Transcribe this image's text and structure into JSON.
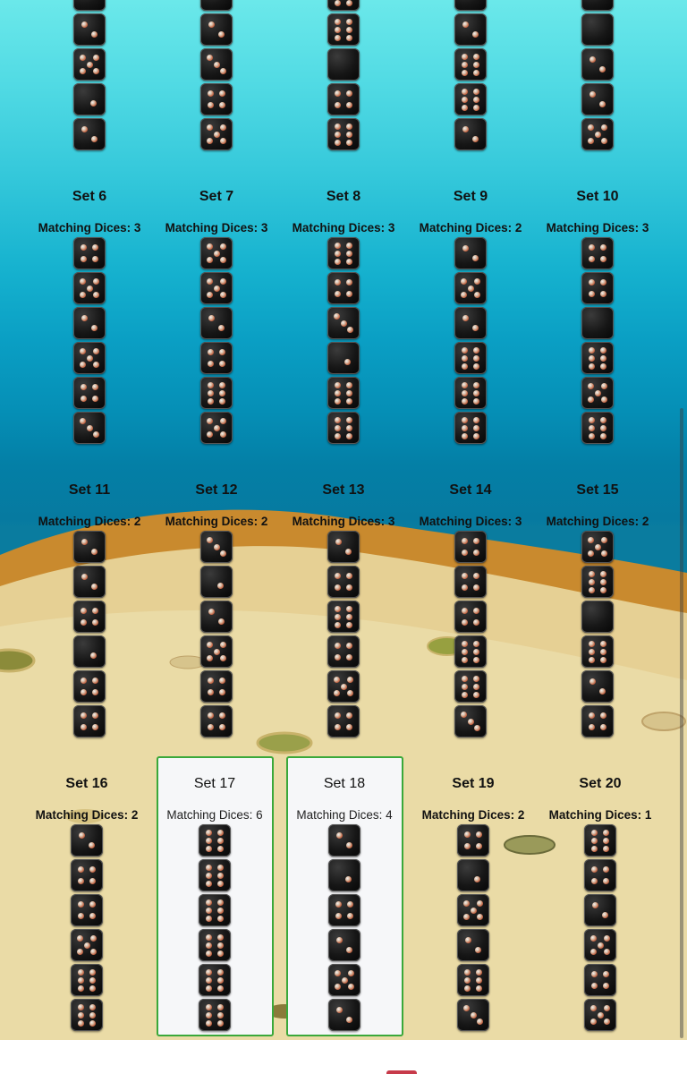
{
  "top_sets": [
    {
      "dice": [
        null,
        2,
        5,
        1,
        2
      ]
    },
    {
      "dice": [
        null,
        2,
        3,
        4,
        5
      ]
    },
    {
      "dice": [
        6,
        6,
        0,
        4,
        6
      ]
    },
    {
      "dice": [
        null,
        2,
        6,
        6,
        2
      ]
    },
    {
      "dice": [
        null,
        0,
        2,
        2,
        5
      ]
    }
  ],
  "sets": [
    {
      "title": "Set 6",
      "matching": "Matching Dices: 3",
      "dice": [
        4,
        5,
        2,
        5,
        4,
        3
      ],
      "highlighted": false
    },
    {
      "title": "Set 7",
      "matching": "Matching Dices: 3",
      "dice": [
        5,
        5,
        2,
        4,
        6,
        5
      ],
      "highlighted": false
    },
    {
      "title": "Set 8",
      "matching": "Matching Dices: 3",
      "dice": [
        6,
        4,
        3,
        1,
        6,
        6
      ],
      "highlighted": false
    },
    {
      "title": "Set 9",
      "matching": "Matching Dices: 2",
      "dice": [
        2,
        5,
        2,
        6,
        6,
        6
      ],
      "highlighted": false
    },
    {
      "title": "Set 10",
      "matching": "Matching Dices: 3",
      "dice": [
        4,
        4,
        0,
        6,
        5,
        6
      ],
      "highlighted": false
    },
    {
      "title": "Set 11",
      "matching": "Matching Dices: 2",
      "dice": [
        2,
        2,
        4,
        1,
        4,
        4
      ],
      "highlighted": false
    },
    {
      "title": "Set 12",
      "matching": "Matching Dices: 2",
      "dice": [
        3,
        1,
        2,
        5,
        4,
        4
      ],
      "highlighted": false
    },
    {
      "title": "Set 13",
      "matching": "Matching Dices: 3",
      "dice": [
        2,
        4,
        6,
        4,
        5,
        4
      ],
      "highlighted": false
    },
    {
      "title": "Set 14",
      "matching": "Matching Dices: 3",
      "dice": [
        4,
        4,
        4,
        6,
        6,
        3
      ],
      "highlighted": false
    },
    {
      "title": "Set 15",
      "matching": "Matching Dices: 2",
      "dice": [
        5,
        6,
        0,
        6,
        2,
        4
      ],
      "highlighted": false
    },
    {
      "title": "Set 16",
      "matching": "Matching Dices: 2",
      "dice": [
        2,
        4,
        4,
        5,
        6,
        6
      ],
      "highlighted": false
    },
    {
      "title": "Set 17",
      "matching": "Matching Dices: 6",
      "dice": [
        6,
        6,
        6,
        6,
        6,
        6
      ],
      "highlighted": true
    },
    {
      "title": "Set 18",
      "matching": "Matching Dices: 4",
      "dice": [
        2,
        1,
        4,
        2,
        5,
        2
      ],
      "highlighted": true
    },
    {
      "title": "Set 19",
      "matching": "Matching Dices: 2",
      "dice": [
        4,
        1,
        5,
        2,
        6,
        3
      ],
      "highlighted": false
    },
    {
      "title": "Set 20",
      "matching": "Matching Dices: 1",
      "dice": [
        6,
        4,
        2,
        5,
        4,
        5
      ],
      "highlighted": false
    }
  ],
  "colors": {
    "highlight_border": "#3aa83a",
    "highlight_bg": "#f6f7f9",
    "sand": "#e8d59a",
    "water": "#16b2cf"
  }
}
